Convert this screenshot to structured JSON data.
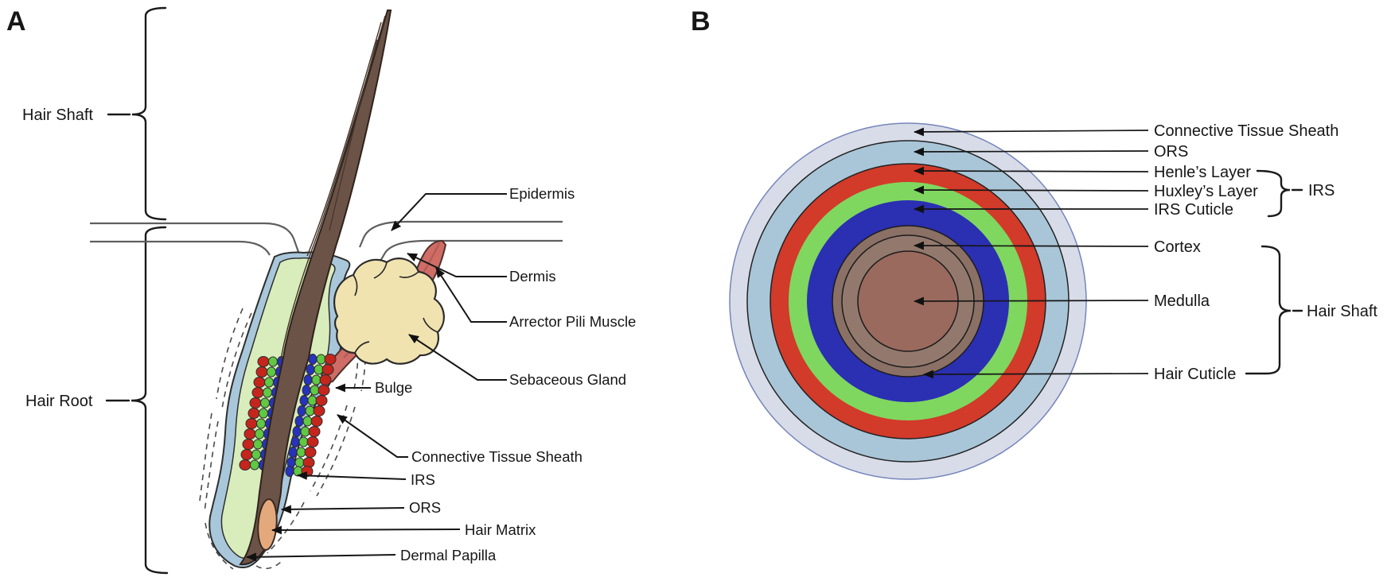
{
  "panel_a": {
    "panel_label": "A",
    "braces": {
      "hair_shaft": "Hair Shaft",
      "hair_root": "Hair Root"
    },
    "labels": {
      "epidermis": "Epidermis",
      "dermis": "Dermis",
      "arrector_pili_muscle": "Arrector Pili Muscle",
      "sebaceous_gland": "Sebaceous Gland",
      "bulge": "Bulge",
      "connective_tissue_sheath": "Connective Tissue Sheath",
      "irs": "IRS",
      "ors": "ORS",
      "hair_matrix": "Hair Matrix",
      "dermal_papilla": "Dermal Papilla"
    },
    "colors": {
      "ors_sheath": "#a9c7db",
      "inner_layer_green": "#d9edbc",
      "hair": "#6b5348",
      "hair_outline": "#2f221c",
      "sebaceous_gland": "#f0e3b0",
      "arrector_pili_muscle": "#cf6c66",
      "dermal_papilla": "#e3a97d",
      "bead_red": "#c4251d",
      "bead_green": "#5fc943",
      "bead_blue": "#2633bd"
    }
  },
  "panel_b": {
    "panel_label": "B",
    "labels": {
      "connective_tissue_sheath": "Connective Tissue Sheath",
      "ors": "ORS",
      "henles_layer": "Henle’s Layer",
      "huxleys_layer": "Huxley’s Layer",
      "irs_cuticle": "IRS Cuticle",
      "cortex": "Cortex",
      "medulla": "Medulla",
      "hair_cuticle": "Hair Cuticle"
    },
    "group_labels": {
      "irs": "IRS",
      "hair_shaft": "Hair Shaft"
    },
    "rings": [
      {
        "name": "Connective Tissue Sheath",
        "color": "#d8dce8",
        "radius": 224
      },
      {
        "name": "ORS",
        "color": "#a9c6d8",
        "radius": 202
      },
      {
        "name": "Henle's Layer",
        "color": "#d23a2a",
        "radius": 173
      },
      {
        "name": "Huxley's Layer",
        "color": "#7fd75f",
        "radius": 150
      },
      {
        "name": "IRS Cuticle",
        "color": "#2b2fb2",
        "radius": 127
      },
      {
        "name": "Hair Cuticle",
        "color": "#8a7065",
        "radius": 95
      },
      {
        "name": "Cortex",
        "color": "#93796d",
        "radius": 83
      },
      {
        "name": "Medulla",
        "color": "#9a6a5e",
        "radius": 63
      }
    ]
  }
}
